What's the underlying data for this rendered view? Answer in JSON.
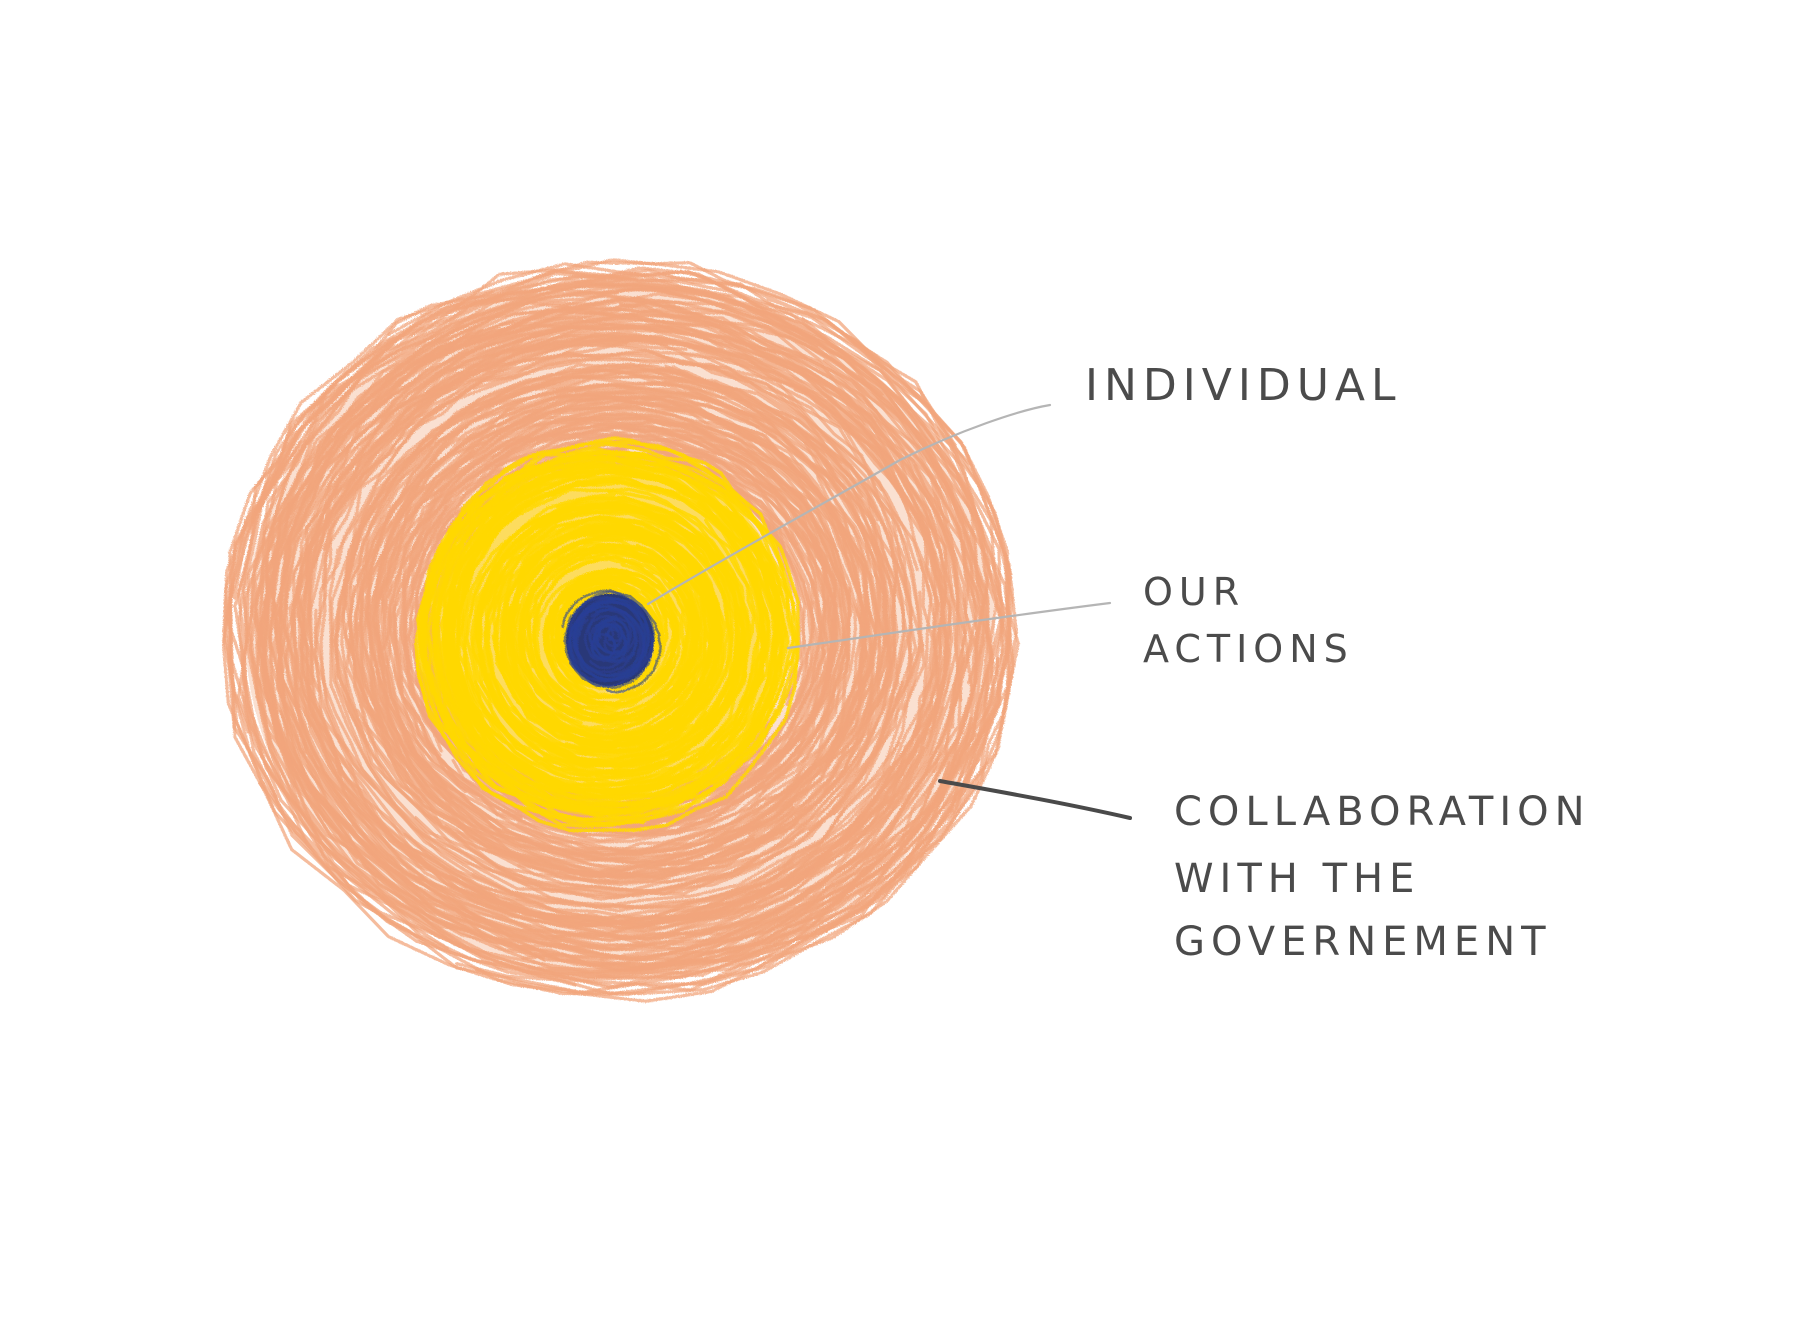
{
  "rings": [
    {
      "id": "outer",
      "label": "COLLABORATION WITH THE GOVERNEMENT",
      "color": "#f2a57c"
    },
    {
      "id": "middle",
      "label": "OUR ACTIONS",
      "color": "#ffd800"
    },
    {
      "id": "core",
      "label": "INDIVIDUAL",
      "color": "#1e2f7a"
    }
  ],
  "labels": {
    "individual": "Individual",
    "our_actions_line1": "Our",
    "our_actions_line2": "Actions",
    "collab_line1": "Collaboration",
    "collab_line2": "with the",
    "collab_line3": "Governement"
  },
  "colors": {
    "outer_ring": "#f2a57c",
    "middle_ring": "#ffd800",
    "core": "#1e2f7a",
    "line_light": "#b8b8b8",
    "line_dark": "#4a4a4a",
    "text": "#4b4b4b"
  }
}
